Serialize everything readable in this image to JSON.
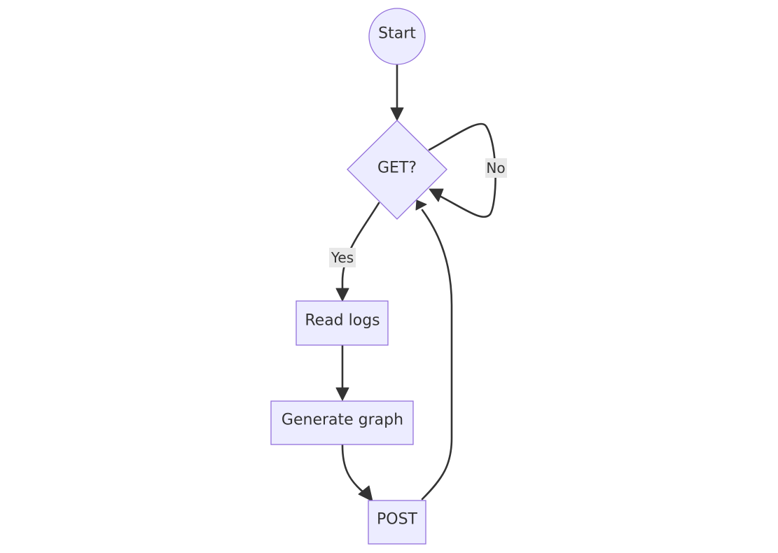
{
  "nodes": {
    "start": "Start",
    "decision": "GET?",
    "read_logs": "Read logs",
    "generate_graph": "Generate graph",
    "post": "POST"
  },
  "edge_labels": {
    "yes": "Yes",
    "no": "No"
  },
  "colors": {
    "node_fill": "#ececff",
    "node_stroke": "#9370db",
    "edge": "#333333",
    "label_background": "#e8e8e8",
    "text": "#333333"
  }
}
